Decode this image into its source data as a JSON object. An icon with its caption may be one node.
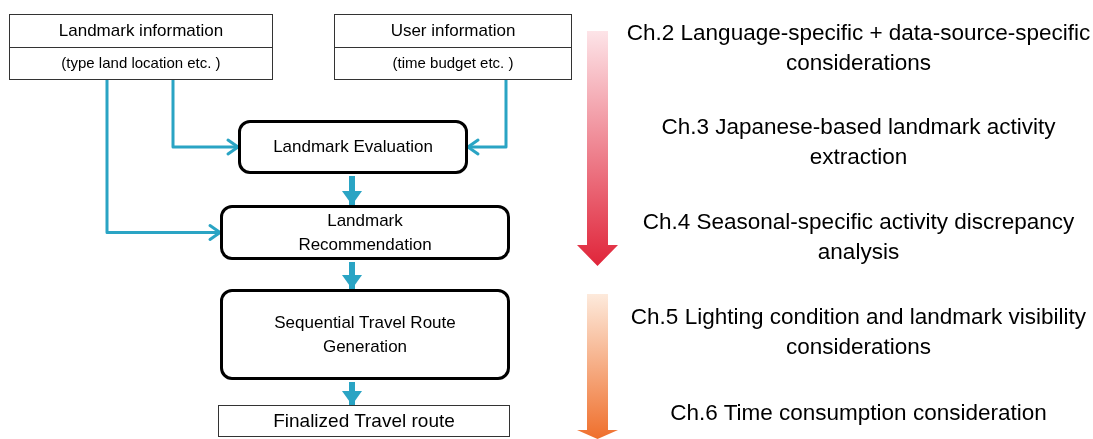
{
  "diagram": {
    "nodes": [
      {
        "text": [
          "Landmark information",
          "(type land location etc. )"
        ]
      },
      {
        "text": [
          "User information",
          "(time budget etc. )"
        ]
      },
      {
        "text": [
          "Landmark Evaluation"
        ]
      },
      {
        "text": [
          "Landmark Recommendation"
        ]
      },
      {
        "text": [
          "Sequential Travel Route Generation"
        ]
      },
      {
        "text": [
          "Finalized Travel route"
        ]
      }
    ],
    "edges": [
      {
        "from": 0,
        "to": 2,
        "arrow": "to"
      },
      {
        "from": 0,
        "to": 3,
        "arrow": "to"
      },
      {
        "from": 1,
        "to": 2,
        "arrow": "to"
      },
      {
        "from": 2,
        "to": 3,
        "arrow": "to",
        "style": "thick"
      },
      {
        "from": 3,
        "to": 4,
        "arrow": "to",
        "style": "thick"
      },
      {
        "from": 4,
        "to": 5,
        "arrow": "to",
        "style": "thick"
      }
    ],
    "labels": [
      "Ch.2 Language-specific + data-source-specific considerations",
      "Ch.3 Japanese-based landmark activity extraction",
      "Ch.4 Seasonal-specific activity discrepancy analysis",
      "Ch.5 Lighting condition and landmark visibility considerations",
      "Ch.6 Time consumption consideration"
    ]
  }
}
